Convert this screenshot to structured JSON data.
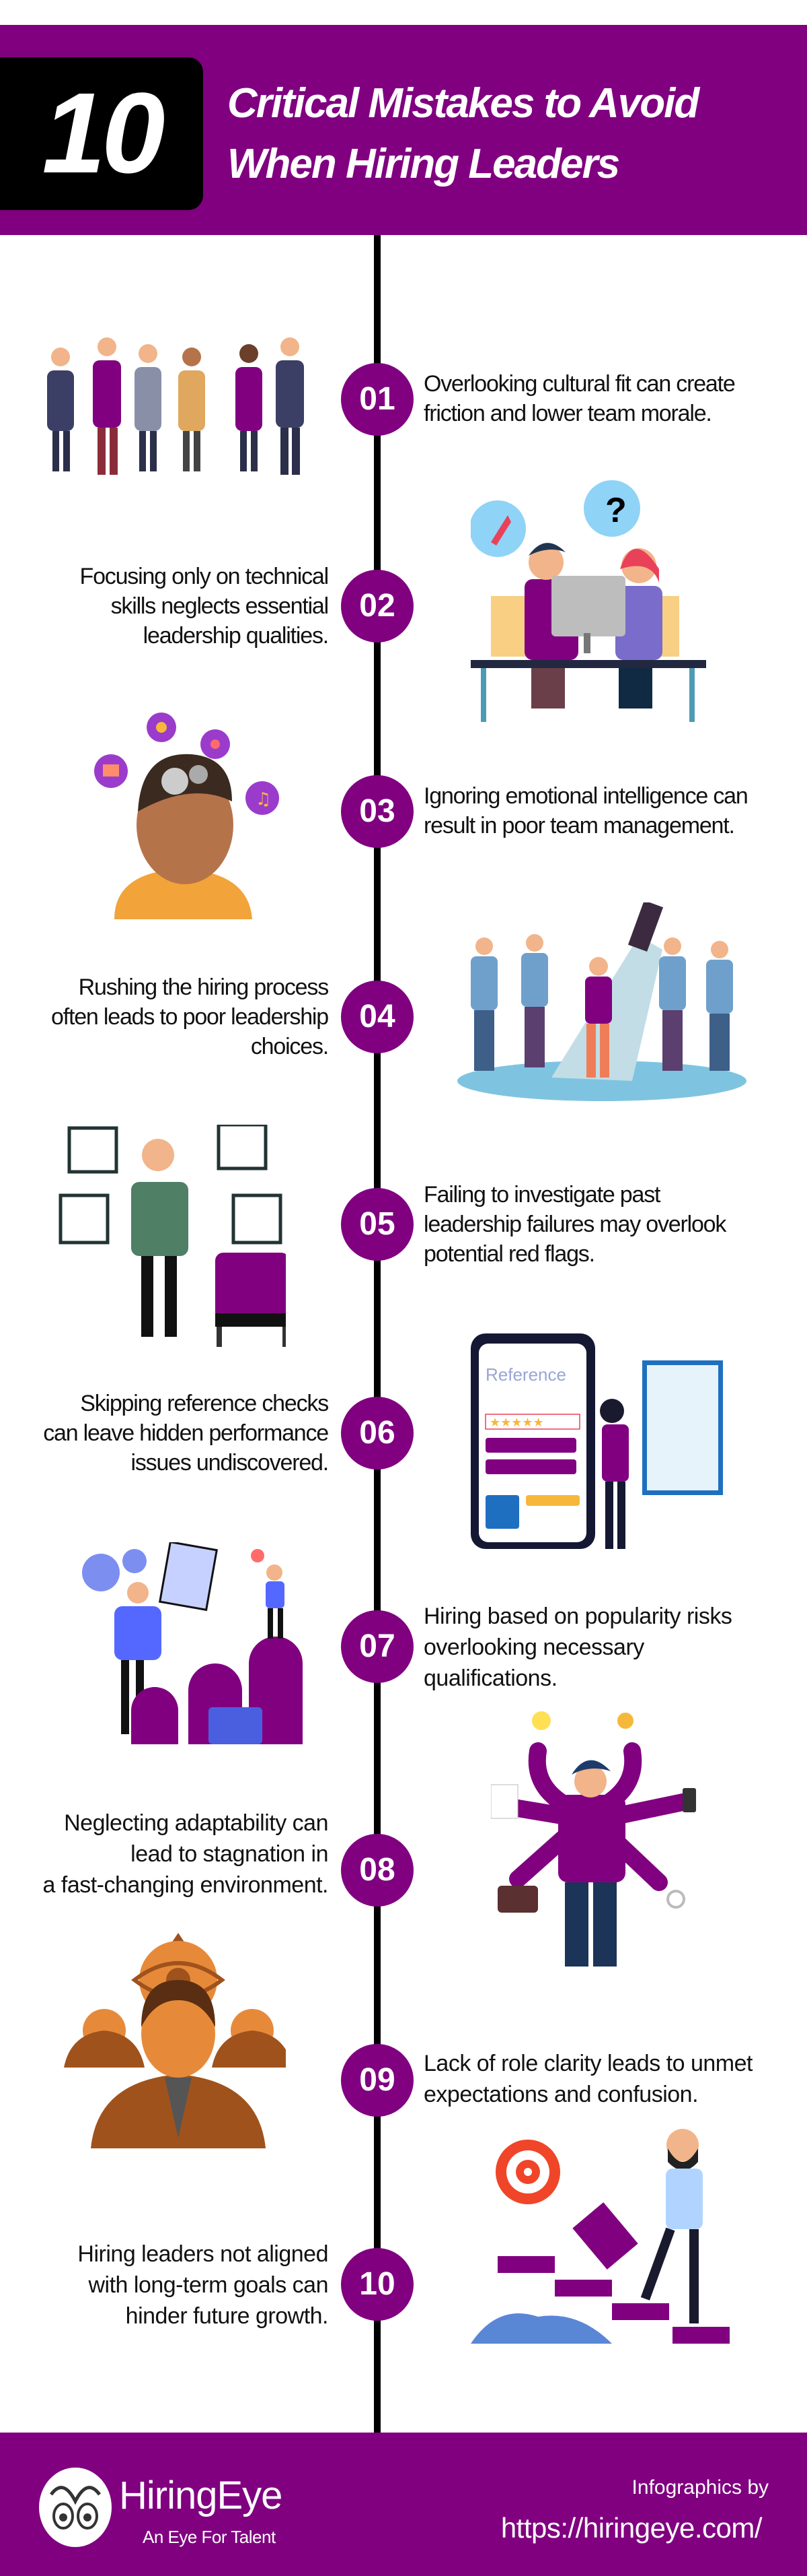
{
  "header": {
    "number": "10",
    "title_line1": "Critical Mistakes to Avoid",
    "title_line2": "When Hiring Leaders"
  },
  "colors": {
    "brand": "#800080",
    "line": "#000000"
  },
  "items": [
    {
      "num": "01",
      "lines": [
        "Overlooking cultural fit can create",
        "friction and lower team morale."
      ]
    },
    {
      "num": "02",
      "lines": [
        "Focusing only on technical",
        "skills neglects essential",
        "leadership qualities."
      ]
    },
    {
      "num": "03",
      "lines": [
        "Ignoring emotional intelligence can",
        "result in poor team management."
      ]
    },
    {
      "num": "04",
      "lines": [
        "Rushing the hiring process",
        "often leads to poor leadership",
        "choices."
      ]
    },
    {
      "num": "05",
      "lines": [
        "Failing to investigate past",
        "leadership failures may overlook",
        "potential red flags."
      ]
    },
    {
      "num": "06",
      "lines": [
        "Skipping reference checks",
        "can leave hidden performance",
        "issues undiscovered."
      ]
    },
    {
      "num": "07",
      "lines": [
        "Hiring based on popularity risks",
        "overlooking necessary",
        "qualifications."
      ]
    },
    {
      "num": "08",
      "lines": [
        "Neglecting adaptability can",
        "lead to stagnation in",
        "a fast-changing environment."
      ]
    },
    {
      "num": "09",
      "lines": [
        "Lack of role clarity leads to unmet",
        "expectations and confusion."
      ]
    },
    {
      "num": "10",
      "lines": [
        "Hiring leaders not aligned",
        "with long-term goals can",
        "hinder future growth."
      ]
    }
  ],
  "illustrations": {
    "reference_label": "Reference"
  },
  "footer": {
    "brand": "HiringEye",
    "tagline": "An Eye For Talent",
    "credit": "Infographics by",
    "url": "https://hiringeye.com/"
  }
}
